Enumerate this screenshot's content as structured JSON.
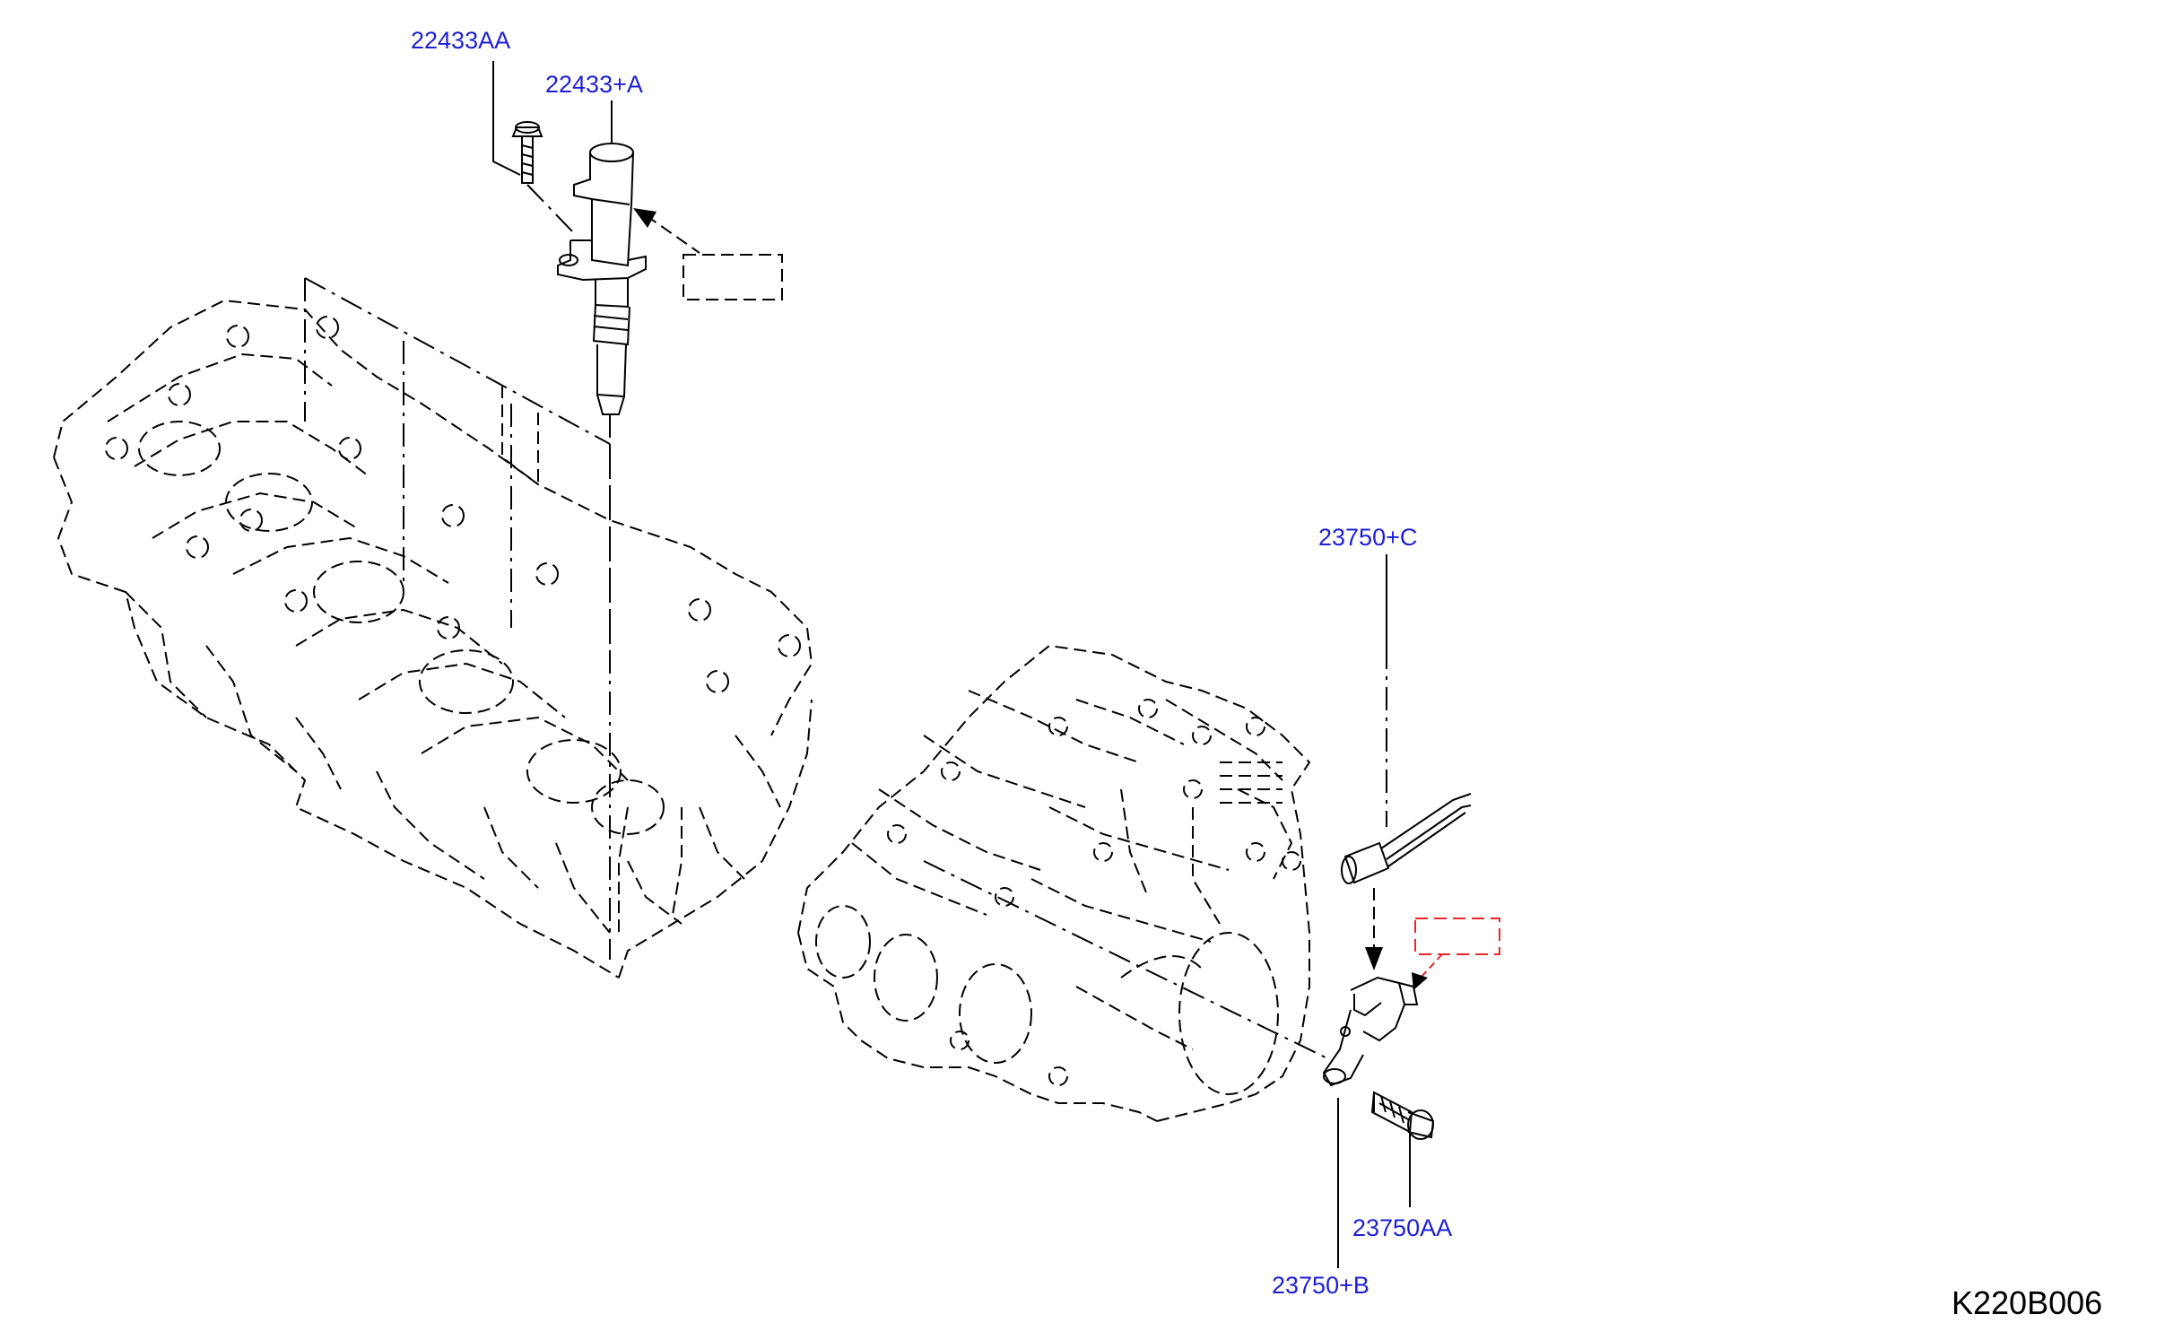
{
  "diagram": {
    "callouts": {
      "injector_screw": "22433AA",
      "injector": "22433+A",
      "sensor_top": "23750+C",
      "sensor_bolt": "23750AA",
      "sensor_bracket": "23750+B"
    },
    "diagram_code": "K220B006",
    "colors": {
      "callout": "#1f1fd6",
      "line": "#000000",
      "reference_box_red": "#e8262b"
    }
  }
}
